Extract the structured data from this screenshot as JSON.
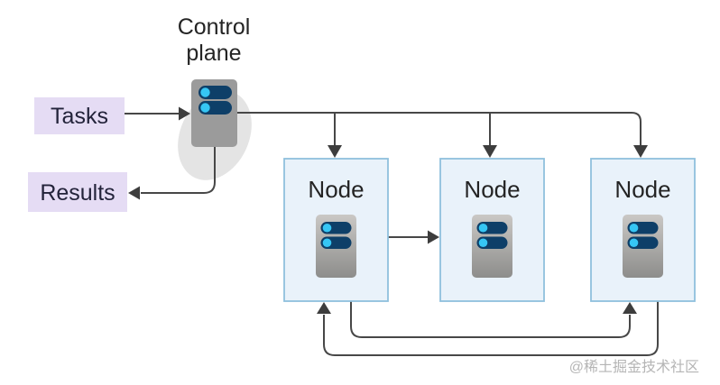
{
  "control_plane": {
    "label_line1": "Control",
    "label_line2": "plane",
    "icon": "server-icon"
  },
  "tasks_label": "Tasks",
  "results_label": "Results",
  "nodes": [
    {
      "label": "Node",
      "icon": "server-icon"
    },
    {
      "label": "Node",
      "icon": "server-icon"
    },
    {
      "label": "Node",
      "icon": "server-icon"
    }
  ],
  "watermark": "@稀土掘金技术社区",
  "edges": [
    {
      "from": "tasks",
      "to": "control-plane"
    },
    {
      "from": "control-plane",
      "to": "node-1"
    },
    {
      "from": "control-plane",
      "to": "node-2"
    },
    {
      "from": "control-plane",
      "to": "node-3"
    },
    {
      "from": "control-plane",
      "to": "results"
    },
    {
      "from": "node-1",
      "to": "node-2"
    },
    {
      "from": "node-1",
      "to": "node-3"
    },
    {
      "from": "node-3",
      "to": "node-1"
    }
  ],
  "colors": {
    "connector": "#474747",
    "arrowhead": "#3d3d3d",
    "task_result_fill": "#e5dcf4",
    "node_fill": "#e9f2fa",
    "node_border": "#8fc0dd",
    "server_gray": "#9b9b9b",
    "server_bar_navy": "#0e3f68",
    "server_dot_cyan": "#36c6f4",
    "shadow_ellipse": "#e4e4e4",
    "text_dark": "#242424",
    "watermark_gray": "#b5b5b5"
  }
}
